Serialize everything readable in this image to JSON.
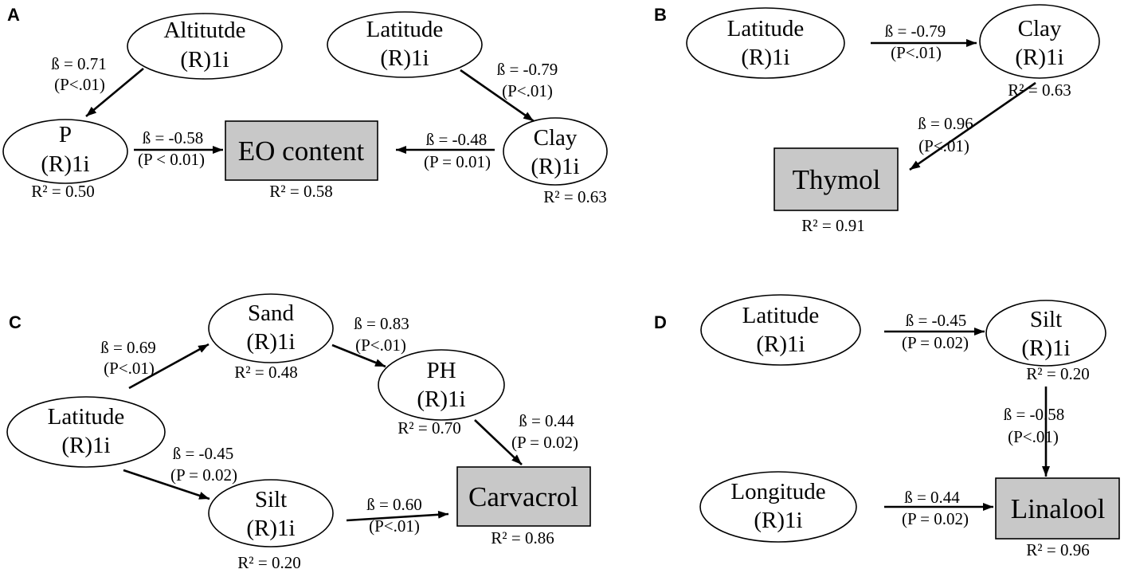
{
  "colors": {
    "box_fill": "#c8c8c8",
    "ink": "#000000"
  },
  "panel_a": {
    "label": "A",
    "altitude": {
      "name": "Altitutde",
      "sub": "(R)1i"
    },
    "latitude": {
      "name": "Latitude",
      "sub": "(R)1i"
    },
    "p": {
      "name": "P",
      "sub": "(R)1i",
      "r2": "R² = 0.50"
    },
    "clay": {
      "name": "Clay",
      "sub": "(R)1i",
      "r2": "R² = 0.63"
    },
    "eo_content": {
      "name": "EO content",
      "r2": "R² = 0.58"
    },
    "paths": {
      "altitude_to_p": {
        "beta": "ß = 0.71",
        "p": "(P<.01)"
      },
      "p_to_eo_content": {
        "beta": "ß = -0.58",
        "p": "(P < 0.01)"
      },
      "latitude_to_clay": {
        "beta": "ß = -0.79",
        "p": "(P<.01)"
      },
      "clay_to_eo_content": {
        "beta": "ß = -0.48",
        "p": "(P = 0.01)"
      }
    }
  },
  "panel_b": {
    "label": "B",
    "latitude": {
      "name": "Latitude",
      "sub": "(R)1i"
    },
    "clay": {
      "name": "Clay",
      "sub": "(R)1i",
      "r2": "R² = 0.63"
    },
    "thymol": {
      "name": "Thymol",
      "r2": "R² = 0.91"
    },
    "paths": {
      "latitude_to_clay": {
        "beta": "ß = -0.79",
        "p": "(P<.01)"
      },
      "clay_to_thymol": {
        "beta": "ß = 0.96",
        "p": "(P<.01)"
      }
    }
  },
  "panel_c": {
    "label": "C",
    "latitude": {
      "name": "Latitude",
      "sub": "(R)1i"
    },
    "sand": {
      "name": "Sand",
      "sub": "(R)1i",
      "r2": "R² = 0.48"
    },
    "ph": {
      "name": "PH",
      "sub": "(R)1i",
      "r2": "R² = 0.70"
    },
    "silt": {
      "name": "Silt",
      "sub": "(R)1i",
      "r2": "R² = 0.20"
    },
    "carvacrol": {
      "name": "Carvacrol",
      "r2": "R² = 0.86"
    },
    "paths": {
      "latitude_to_sand": {
        "beta": "ß = 0.69",
        "p": "(P<.01)"
      },
      "sand_to_ph": {
        "beta": "ß = 0.83",
        "p": "(P<.01)"
      },
      "ph_to_carvacrol": {
        "beta": "ß = 0.44",
        "p": "(P = 0.02)"
      },
      "latitude_to_silt": {
        "beta": "ß = -0.45",
        "p": "(P = 0.02)"
      },
      "silt_to_carvacrol": {
        "beta": "ß = 0.60",
        "p": "(P<.01)"
      }
    }
  },
  "panel_d": {
    "label": "D",
    "latitude": {
      "name": "Latitude",
      "sub": "(R)1i"
    },
    "silt": {
      "name": "Silt",
      "sub": "(R)1i",
      "r2": "R² = 0.20"
    },
    "longitude": {
      "name": "Longitude",
      "sub": "(R)1i"
    },
    "linalool": {
      "name": "Linalool",
      "r2": "R² = 0.96"
    },
    "paths": {
      "latitude_to_silt": {
        "beta": "ß = -0.45",
        "p": "(P = 0.02)"
      },
      "silt_to_linalool": {
        "beta": "ß = -0.58",
        "p": "(P<.01)"
      },
      "longitude_to_linalool": {
        "beta": "ß = 0.44",
        "p": "(P = 0.02)"
      }
    }
  }
}
